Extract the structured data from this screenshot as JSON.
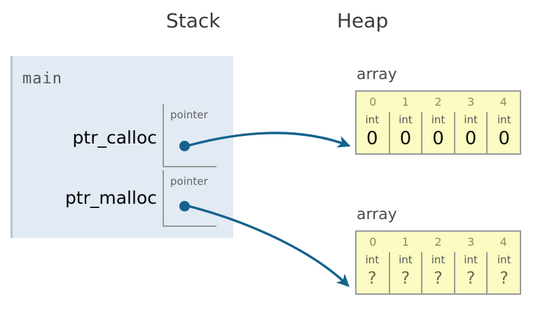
{
  "columns": {
    "stack_title": "Stack",
    "heap_title": "Heap"
  },
  "stack": {
    "frame_name": "main",
    "variables": [
      {
        "label": "ptr_calloc",
        "cell_type": "pointer",
        "value_icon": "pointer-dot"
      },
      {
        "label": "ptr_malloc",
        "cell_type": "pointer",
        "value_icon": "pointer-dot"
      }
    ]
  },
  "heap": {
    "arrays": [
      {
        "name": "array",
        "indices": [
          "0",
          "1",
          "2",
          "3",
          "4"
        ],
        "types": [
          "int",
          "int",
          "int",
          "int",
          "int"
        ],
        "values": [
          "0",
          "0",
          "0",
          "0",
          "0"
        ]
      },
      {
        "name": "array",
        "indices": [
          "0",
          "1",
          "2",
          "3",
          "4"
        ],
        "types": [
          "int",
          "int",
          "int",
          "int",
          "int"
        ],
        "values": [
          "?",
          "?",
          "?",
          "?",
          "?"
        ]
      }
    ]
  },
  "colors": {
    "stack_frame_bg": "#e2eaf3",
    "heap_cell_bg": "#fbfbc2",
    "pointer_blue": "#14628d",
    "border_gray": "#9a9a9a",
    "title_gray": "#3a3a3a"
  },
  "arrows": [
    {
      "from": "ptr_calloc",
      "to": "heap-array-0-cell-0"
    },
    {
      "from": "ptr_malloc",
      "to": "heap-array-1-cell-0"
    }
  ]
}
